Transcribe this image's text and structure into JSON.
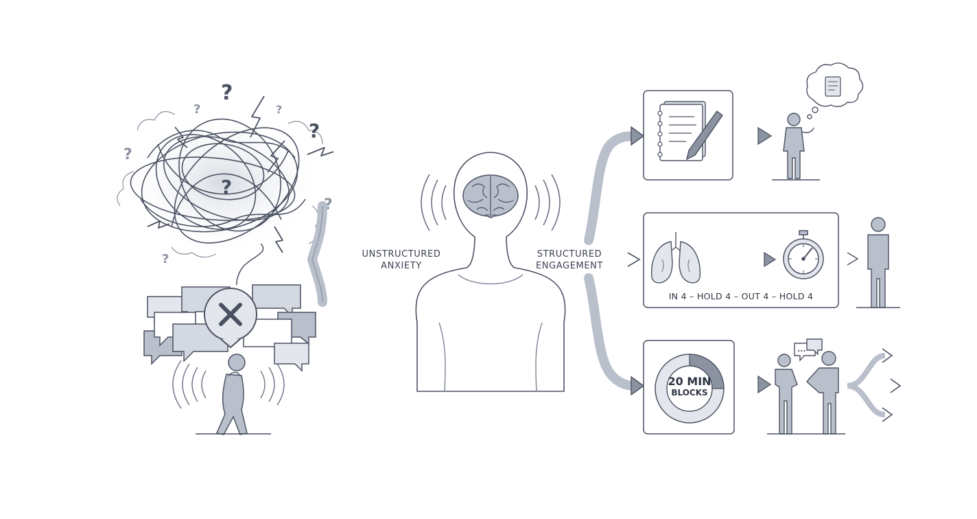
{
  "labels": {
    "unstructured_line1": "UNSTRUCTURED",
    "unstructured_line2": "ANXIETY",
    "structured_line1": "STRUCTURED",
    "structured_line2": "ENGAGEMENT",
    "breathing_sequence": "IN 4 – HOLD 4 – OUT 4 – HOLD 4",
    "timer_line1": "20 MIN",
    "timer_line2": "BLOCKS",
    "question_mark": "?",
    "speech_ellipsis": "..."
  },
  "colors": {
    "line": "#4a5161",
    "fill_light": "#e3e6ec",
    "fill_mid": "#b9bfcb",
    "fill_dark": "#8b92a0",
    "accent": "#6b7383"
  },
  "icons": [
    "tangled-thoughts",
    "question-mark",
    "lightning-bolt",
    "speech-bubbles",
    "x-circle",
    "distressed-person",
    "head-and-shoulders",
    "brain",
    "notebook-pen",
    "thinking-person",
    "lungs",
    "stopwatch",
    "standing-person",
    "timer-ring",
    "two-people-talking",
    "branching-arrows"
  ]
}
